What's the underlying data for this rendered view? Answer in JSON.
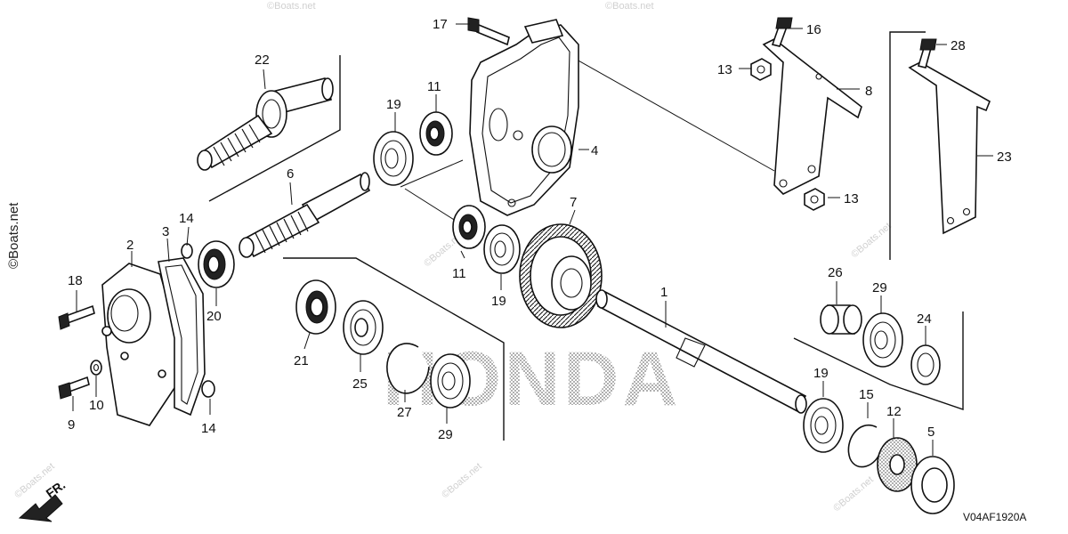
{
  "diagram_code": "V04AF1920A",
  "brand_watermark": "HONDA",
  "copyright_mark": "©Boats.net",
  "faint_watermark": "©Boats.net",
  "direction_label": "FR.",
  "part_labels": {
    "p1": "1",
    "p2": "2",
    "p3": "3",
    "p4": "4",
    "p5": "5",
    "p6": "6",
    "p7": "7",
    "p8": "8",
    "p9": "9",
    "p10": "10",
    "p11a": "11",
    "p11b": "11",
    "p12": "12",
    "p13a": "13",
    "p13b": "13",
    "p14a": "14",
    "p14b": "14",
    "p15": "15",
    "p16": "16",
    "p17": "17",
    "p18": "18",
    "p19a": "19",
    "p19b": "19",
    "p19c": "19",
    "p20": "20",
    "p21": "21",
    "p22": "22",
    "p23": "23",
    "p24": "24",
    "p25": "25",
    "p26": "26",
    "p27": "27",
    "p28": "28",
    "p29a": "29",
    "p29b": "29"
  }
}
